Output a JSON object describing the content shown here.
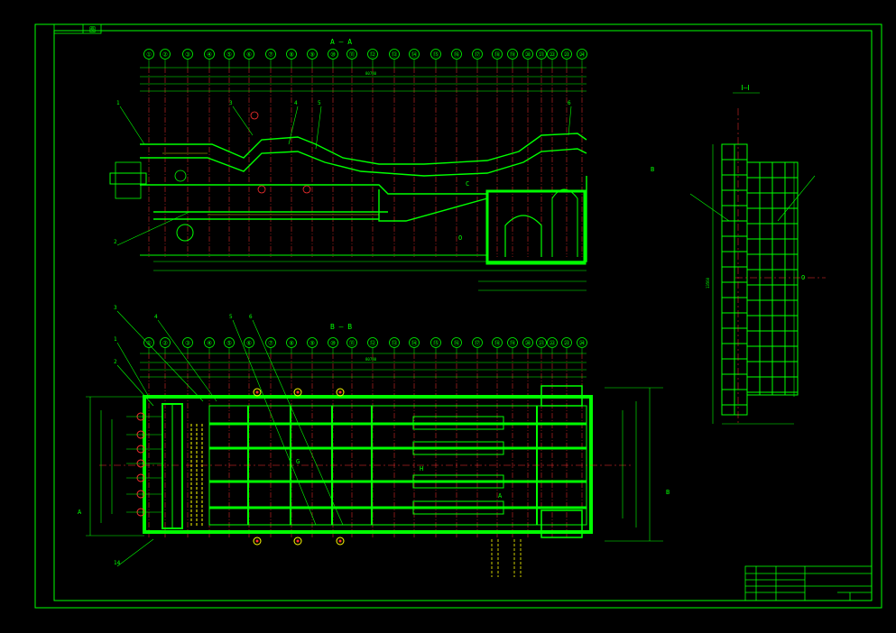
{
  "section_a_title": "A — A",
  "section_b_title": "B — B",
  "side_view_title": "Ⅰ—Ⅰ",
  "corner_mark": "图",
  "axis_labels": [
    "①",
    "②",
    "③",
    "④",
    "⑤",
    "⑥",
    "⑦",
    "⑧",
    "⑨",
    "⑩",
    "⑪",
    "⑫",
    "⑬",
    "⑭",
    "⑮",
    "⑯",
    "⑰",
    "⑱",
    "⑲",
    "⑳",
    "㉑",
    "㉒",
    "㉓",
    "㉔"
  ],
  "section_markers": {
    "g": "G",
    "h": "H",
    "o": "O",
    "a": "A",
    "b": "B",
    "c": "C"
  },
  "callouts_a": [
    "1",
    "2",
    "3",
    "4",
    "5",
    "6"
  ],
  "callouts_b": [
    "1",
    "2",
    "3",
    "4",
    "5",
    "6",
    "14"
  ],
  "dimension_labels": {
    "top_overall": "80780",
    "plan_overall": "80780",
    "side_height": "13560"
  },
  "colors": {
    "line_green": "#00ff00",
    "line_red": "#ff3030",
    "line_yellow": "#ffff00",
    "line_white": "#ffffff",
    "line_cyan": "#00ffff",
    "background": "#000000"
  }
}
